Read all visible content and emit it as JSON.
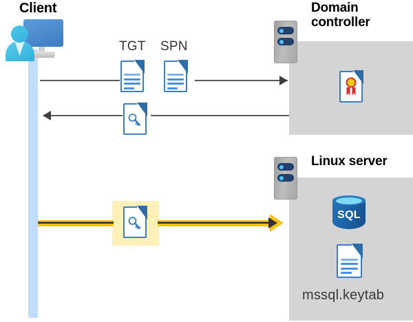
{
  "diagram": {
    "title_client": "Client",
    "title_domain_controller": "Domain\ncontroller",
    "title_domain_controller_line1": "Domain",
    "title_domain_controller_line2": "controller",
    "title_linux_server": "Linux server"
  },
  "labels": {
    "tgt": "TGT",
    "spn": "SPN",
    "keytab_file": "mssql.keytab",
    "sql": "SQL"
  },
  "icons": {
    "client": "client-workstation-icon",
    "domain_controller_server": "server-rack-icon",
    "linux_server": "server-rack-icon",
    "tgt_document": "document-icon",
    "spn_document": "document-icon",
    "key_document_return": "key-document-icon",
    "key_document_ticket": "key-document-icon",
    "certificate_document": "certificate-document-icon",
    "sql_database": "sql-database-icon",
    "keytab_document": "document-icon"
  },
  "flows": [
    {
      "name": "request-tgt-spn",
      "direction": "right",
      "from": "client",
      "to": "domain-controller",
      "style": "plain"
    },
    {
      "name": "return-service-ticket",
      "direction": "left",
      "from": "domain-controller",
      "to": "client",
      "style": "plain"
    },
    {
      "name": "present-service-ticket",
      "direction": "right",
      "from": "client",
      "to": "linux-server",
      "style": "highlighted-yellow"
    }
  ],
  "colors": {
    "panel_gray": "#d4d4d4",
    "lifeline_blue": "#c3dcfb",
    "accent_yellow": "#f5c21b",
    "highlight_yellow": "#fdf0b9",
    "doc_border_blue": "#3a7ebf",
    "sql_blue": "#1b5fa3",
    "arrow_gray": "#5a5a5a",
    "title_black": "#000000"
  }
}
